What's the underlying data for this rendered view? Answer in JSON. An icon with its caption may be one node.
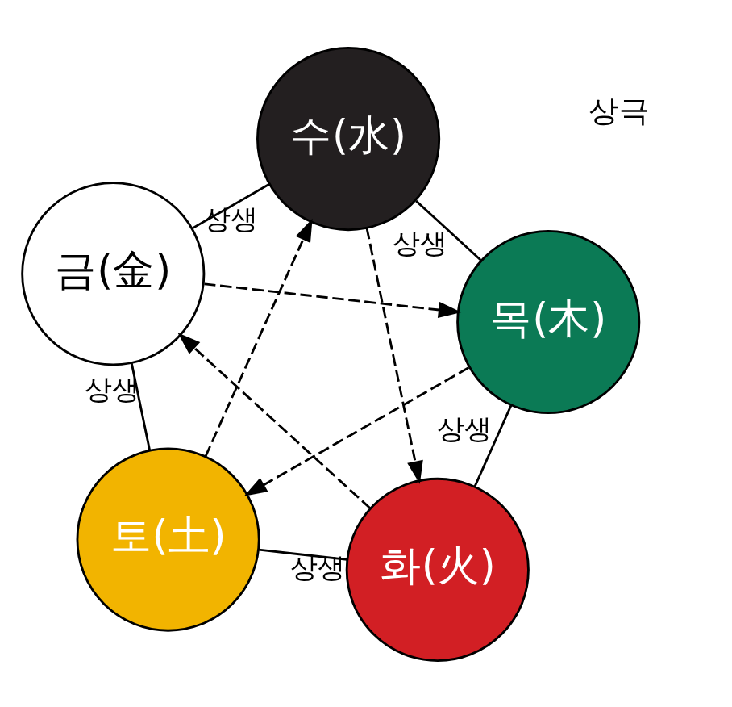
{
  "diagram": {
    "nodes": [
      {
        "text": [
          "목(木)"
        ]
      },
      {
        "text": [
          "화(火)"
        ]
      },
      {
        "text": [
          "토(土)"
        ]
      },
      {
        "text": [
          "금(金)"
        ]
      },
      {
        "text": [
          "수(水)"
        ]
      }
    ],
    "edges": [
      {
        "from": 0,
        "to": 1,
        "arrow": "none",
        "label": "상생"
      },
      {
        "from": 1,
        "to": 2,
        "arrow": "none",
        "label": "상생"
      },
      {
        "from": 2,
        "to": 3,
        "arrow": "none",
        "label": "상생"
      },
      {
        "from": 3,
        "to": 4,
        "arrow": "none",
        "label": "상생"
      },
      {
        "from": 4,
        "to": 0,
        "arrow": "none",
        "label": "상생"
      },
      {
        "from": 0,
        "to": 2,
        "arrow": "to",
        "style": "dashed"
      },
      {
        "from": 2,
        "to": 4,
        "arrow": "to",
        "style": "dashed"
      },
      {
        "from": 4,
        "to": 1,
        "arrow": "to",
        "style": "dashed"
      },
      {
        "from": 1,
        "to": 3,
        "arrow": "to",
        "style": "dashed"
      },
      {
        "from": 3,
        "to": 0,
        "arrow": "to",
        "style": "dashed"
      }
    ],
    "labels": [
      "상극"
    ]
  }
}
